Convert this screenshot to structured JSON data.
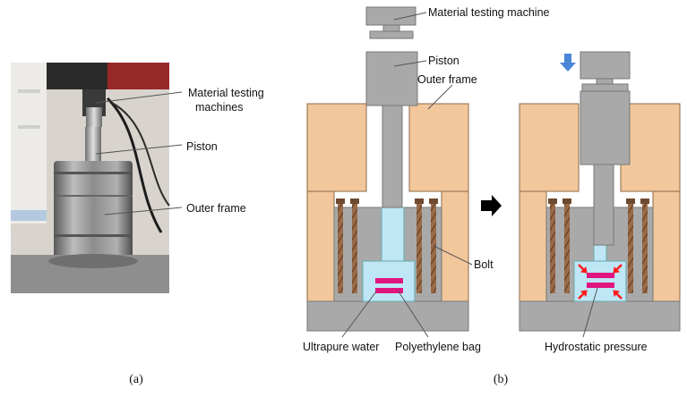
{
  "panel_a": {
    "caption": "(a)",
    "labels": {
      "machine_line1": "Material testing",
      "machine_line2": "machines",
      "piston": "Piston",
      "outer_frame": "Outer frame"
    }
  },
  "panel_b": {
    "caption": "(b)",
    "labels": {
      "machine": "Material testing machine",
      "piston": "Piston",
      "outer_frame": "Outer frame",
      "bolt": "Bolt",
      "water": "Ultrapure water",
      "bag": "Polyethylene bag",
      "pressure": "Hydrostatic pressure"
    }
  },
  "colors": {
    "frame": "#f2c79b",
    "steel": "#a9a9a9",
    "water": "#bfe6f5",
    "bag": "#e0157f",
    "bolt": "#8a5b3c",
    "pressure_arrow": "#ff1a1a",
    "load_arrow": "#4a86d8"
  }
}
